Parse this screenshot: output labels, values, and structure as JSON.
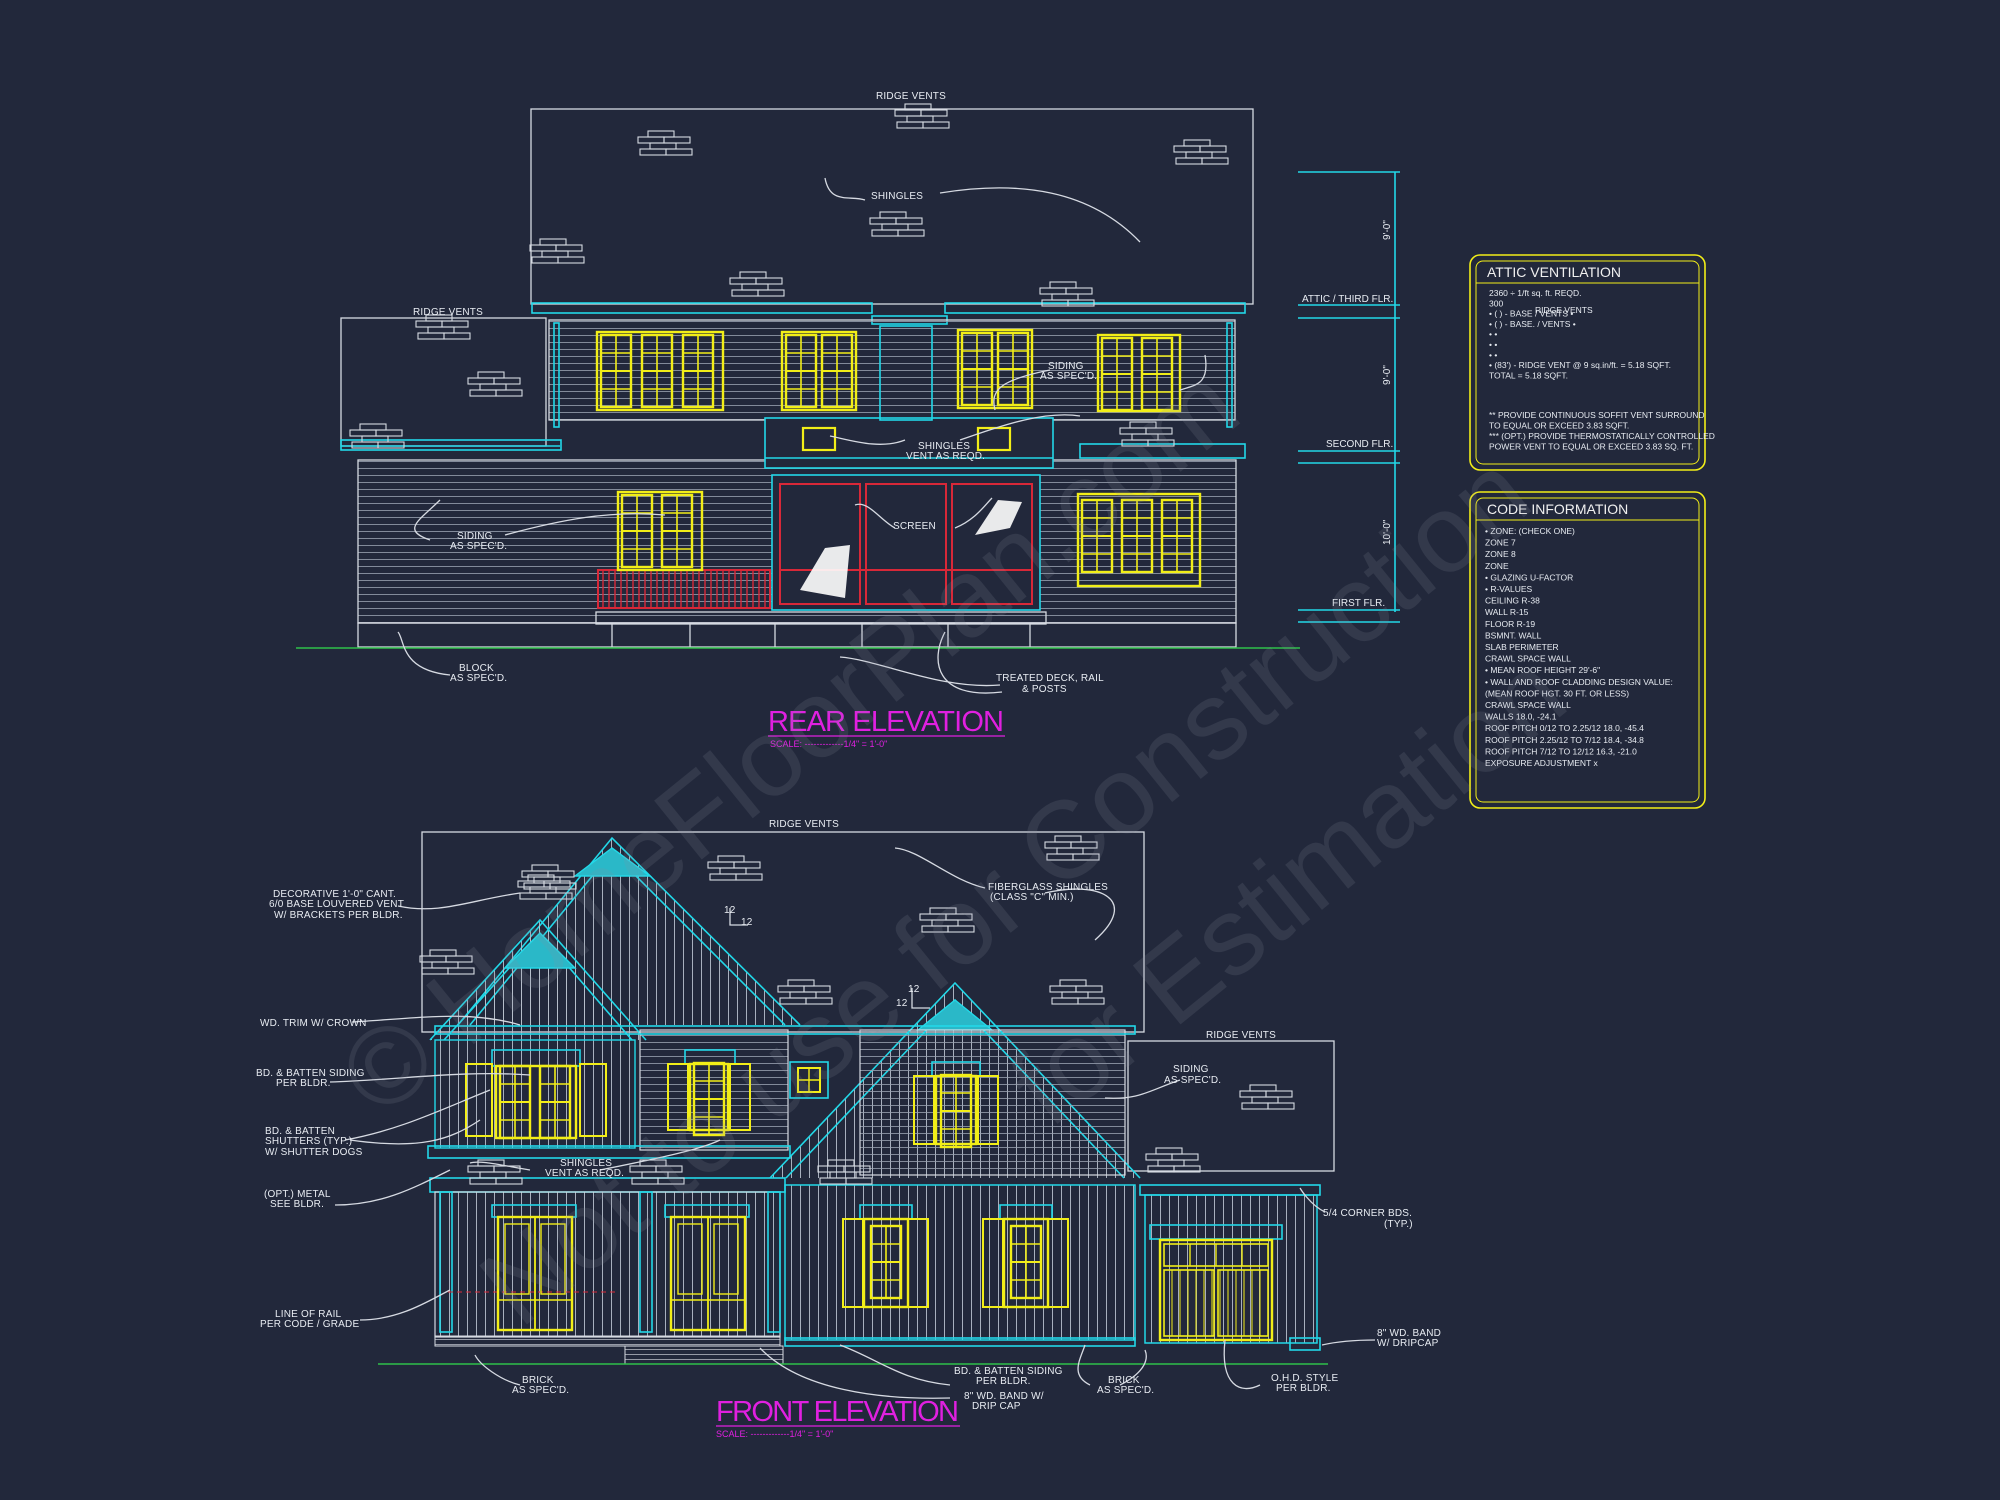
{
  "rear": {
    "title": "REAR ELEVATION",
    "scale": "SCALE: -------------1/4\" = 1'-0\"",
    "labels": {
      "ridge_vents_top": "RIDGE VENTS",
      "shingles": "SHINGLES",
      "ridge_vents_left": "RIDGE VENTS",
      "siding_right_1": "SIDING",
      "siding_right_2": "AS SPEC'D.",
      "shingles_vent_1": "SHINGLES",
      "shingles_vent_2": "VENT AS REQD.",
      "siding_left_1": "SIDING",
      "siding_left_2": "AS SPEC'D.",
      "screen": "SCREEN",
      "block_1": "BLOCK",
      "block_2": "AS SPEC'D.",
      "deck_1": "TREATED DECK, RAIL",
      "deck_2": "& POSTS"
    },
    "levels": {
      "attic": "ATTIC / THIRD FLR.",
      "second": "SECOND FLR.",
      "first": "FIRST FLR.",
      "dim_top": "9'-0\"",
      "dim_mid": "9'-0\"",
      "dim_low": "10'-0\""
    }
  },
  "front": {
    "title": "FRONT ELEVATION",
    "scale": "SCALE: -------------1/4\" = 1'-0\"",
    "labels": {
      "ridge_vents_top": "RIDGE VENTS",
      "deco_1": "DECORATIVE 1'-0\" CANT.",
      "deco_2": "6/0 BASE LOUVERED VENT",
      "deco_3": "W/ BRACKETS PER BLDR.",
      "fiberglass_1": "FIBERGLASS SHINGLES",
      "fiberglass_2": "(CLASS \"C\" MIN.)",
      "pitch_a": "12",
      "pitch_b": "12",
      "pitch_c": "12",
      "pitch_d": "12",
      "trim": "WD. TRIM W/ CROWN",
      "ridge_vents_right": "RIDGE VENTS",
      "bb_siding_1": "BD. & BATTEN SIDING",
      "bb_siding_2": "PER BLDR.",
      "siding_1": "SIDING",
      "siding_2": "AS SPEC'D.",
      "shutters_1": "BD. & BATTEN",
      "shutters_2": "SHUTTERS (TYP.)",
      "shutters_3": "W/ SHUTTER DOGS",
      "shingles_vent_1": "SHINGLES",
      "shingles_vent_2": "VENT AS REQD.",
      "metal_1": "(OPT.) METAL",
      "metal_2": "SEE BLDR.",
      "corner_1": "5/4 CORNER BDS.",
      "corner_2": "(TYP.)",
      "rail_1": "LINE OF RAIL",
      "rail_2": "PER CODE / GRADE",
      "band_right_1": "8\" WD. BAND",
      "band_right_2": "W/ DRIPCAP",
      "brick_left_1": "BRICK",
      "brick_left_2": "AS SPEC'D.",
      "bb_bottom_1": "BD. & BATTEN SIDING",
      "bb_bottom_2": "PER BLDR.",
      "band_bottom_1": "8\" WD. BAND W/",
      "band_bottom_2": "DRIP CAP",
      "brick_right_1": "BRICK",
      "brick_right_2": "AS SPEC'D.",
      "ohd_1": "O.H.D. STYLE",
      "ohd_2": "PER BLDR."
    }
  },
  "attic_box": {
    "title": "ATTIC VENTILATION",
    "lines": [
      "2360 ÷ 1/ft sq. ft. REQD.",
      "300",
      "• ( ) -        BASE    /     VENTS  •",
      "• ( ) -        BASE.   /     VENTS  •",
      "•                                              •",
      "•                                              •",
      "•                                              •",
      "• (83') - RIDGE VENT @ 9 sq.in/ft. = 5.18 SQFT.",
      "                                    TOTAL        = 5.18 SQFT.",
      "** PROVIDE CONTINUOUS SOFFIT VENT SURROUND",
      "   TO EQUAL OR EXCEED 3.83 SQFT.",
      "*** (OPT.) PROVIDE THERMOSTATICALLY CONTROLLED",
      "   POWER VENT TO EQUAL OR EXCEED 3.83 SQ. FT."
    ],
    "ridge_vents_label": "RIDGE VENTS"
  },
  "code_box": {
    "title": "CODE INFORMATION",
    "lines": [
      "• ZONE: (CHECK ONE)",
      "      ZONE 7",
      "      ZONE 8",
      "      ZONE",
      "• GLAZING U-FACTOR",
      "• R-VALUES",
      "      CEILING                R-38",
      "      WALL                    R-15",
      "      FLOOR                  R-19",
      "      BSMNT. WALL",
      "      SLAB PERIMETER",
      "      CRAWL SPACE WALL",
      "• MEAN ROOF HEIGHT   29'-6\"",
      "• WALL AND ROOF CLADDING DESIGN VALUE:",
      "   (MEAN ROOF HGT. 30 FT. OR LESS)",
      "      CRAWL SPACE WALL",
      "      WALLS                                   18.0, -24.1",
      "      ROOF PITCH 0/12 TO 2.25/12     18.0, -45.4",
      "      ROOF PITCH 2.25/12 TO 7/12     18.4, -34.8",
      "      ROOF PITCH 7/12 TO 12/12        16.3, -21.0",
      "      EXPOSURE ADJUSTMENT          x"
    ]
  },
  "watermark": {
    "line1": "© HomeFloorPlan.com",
    "line2": "Not to use for Construction",
    "line3": "for Estimation"
  },
  "colors": {
    "background": "#22283b",
    "line": "#d6dae2",
    "cyan": "#22d8e8",
    "yellow": "#f2ee18",
    "magenta": "#e020e0",
    "red": "#d82838",
    "green": "#2ec04a"
  }
}
